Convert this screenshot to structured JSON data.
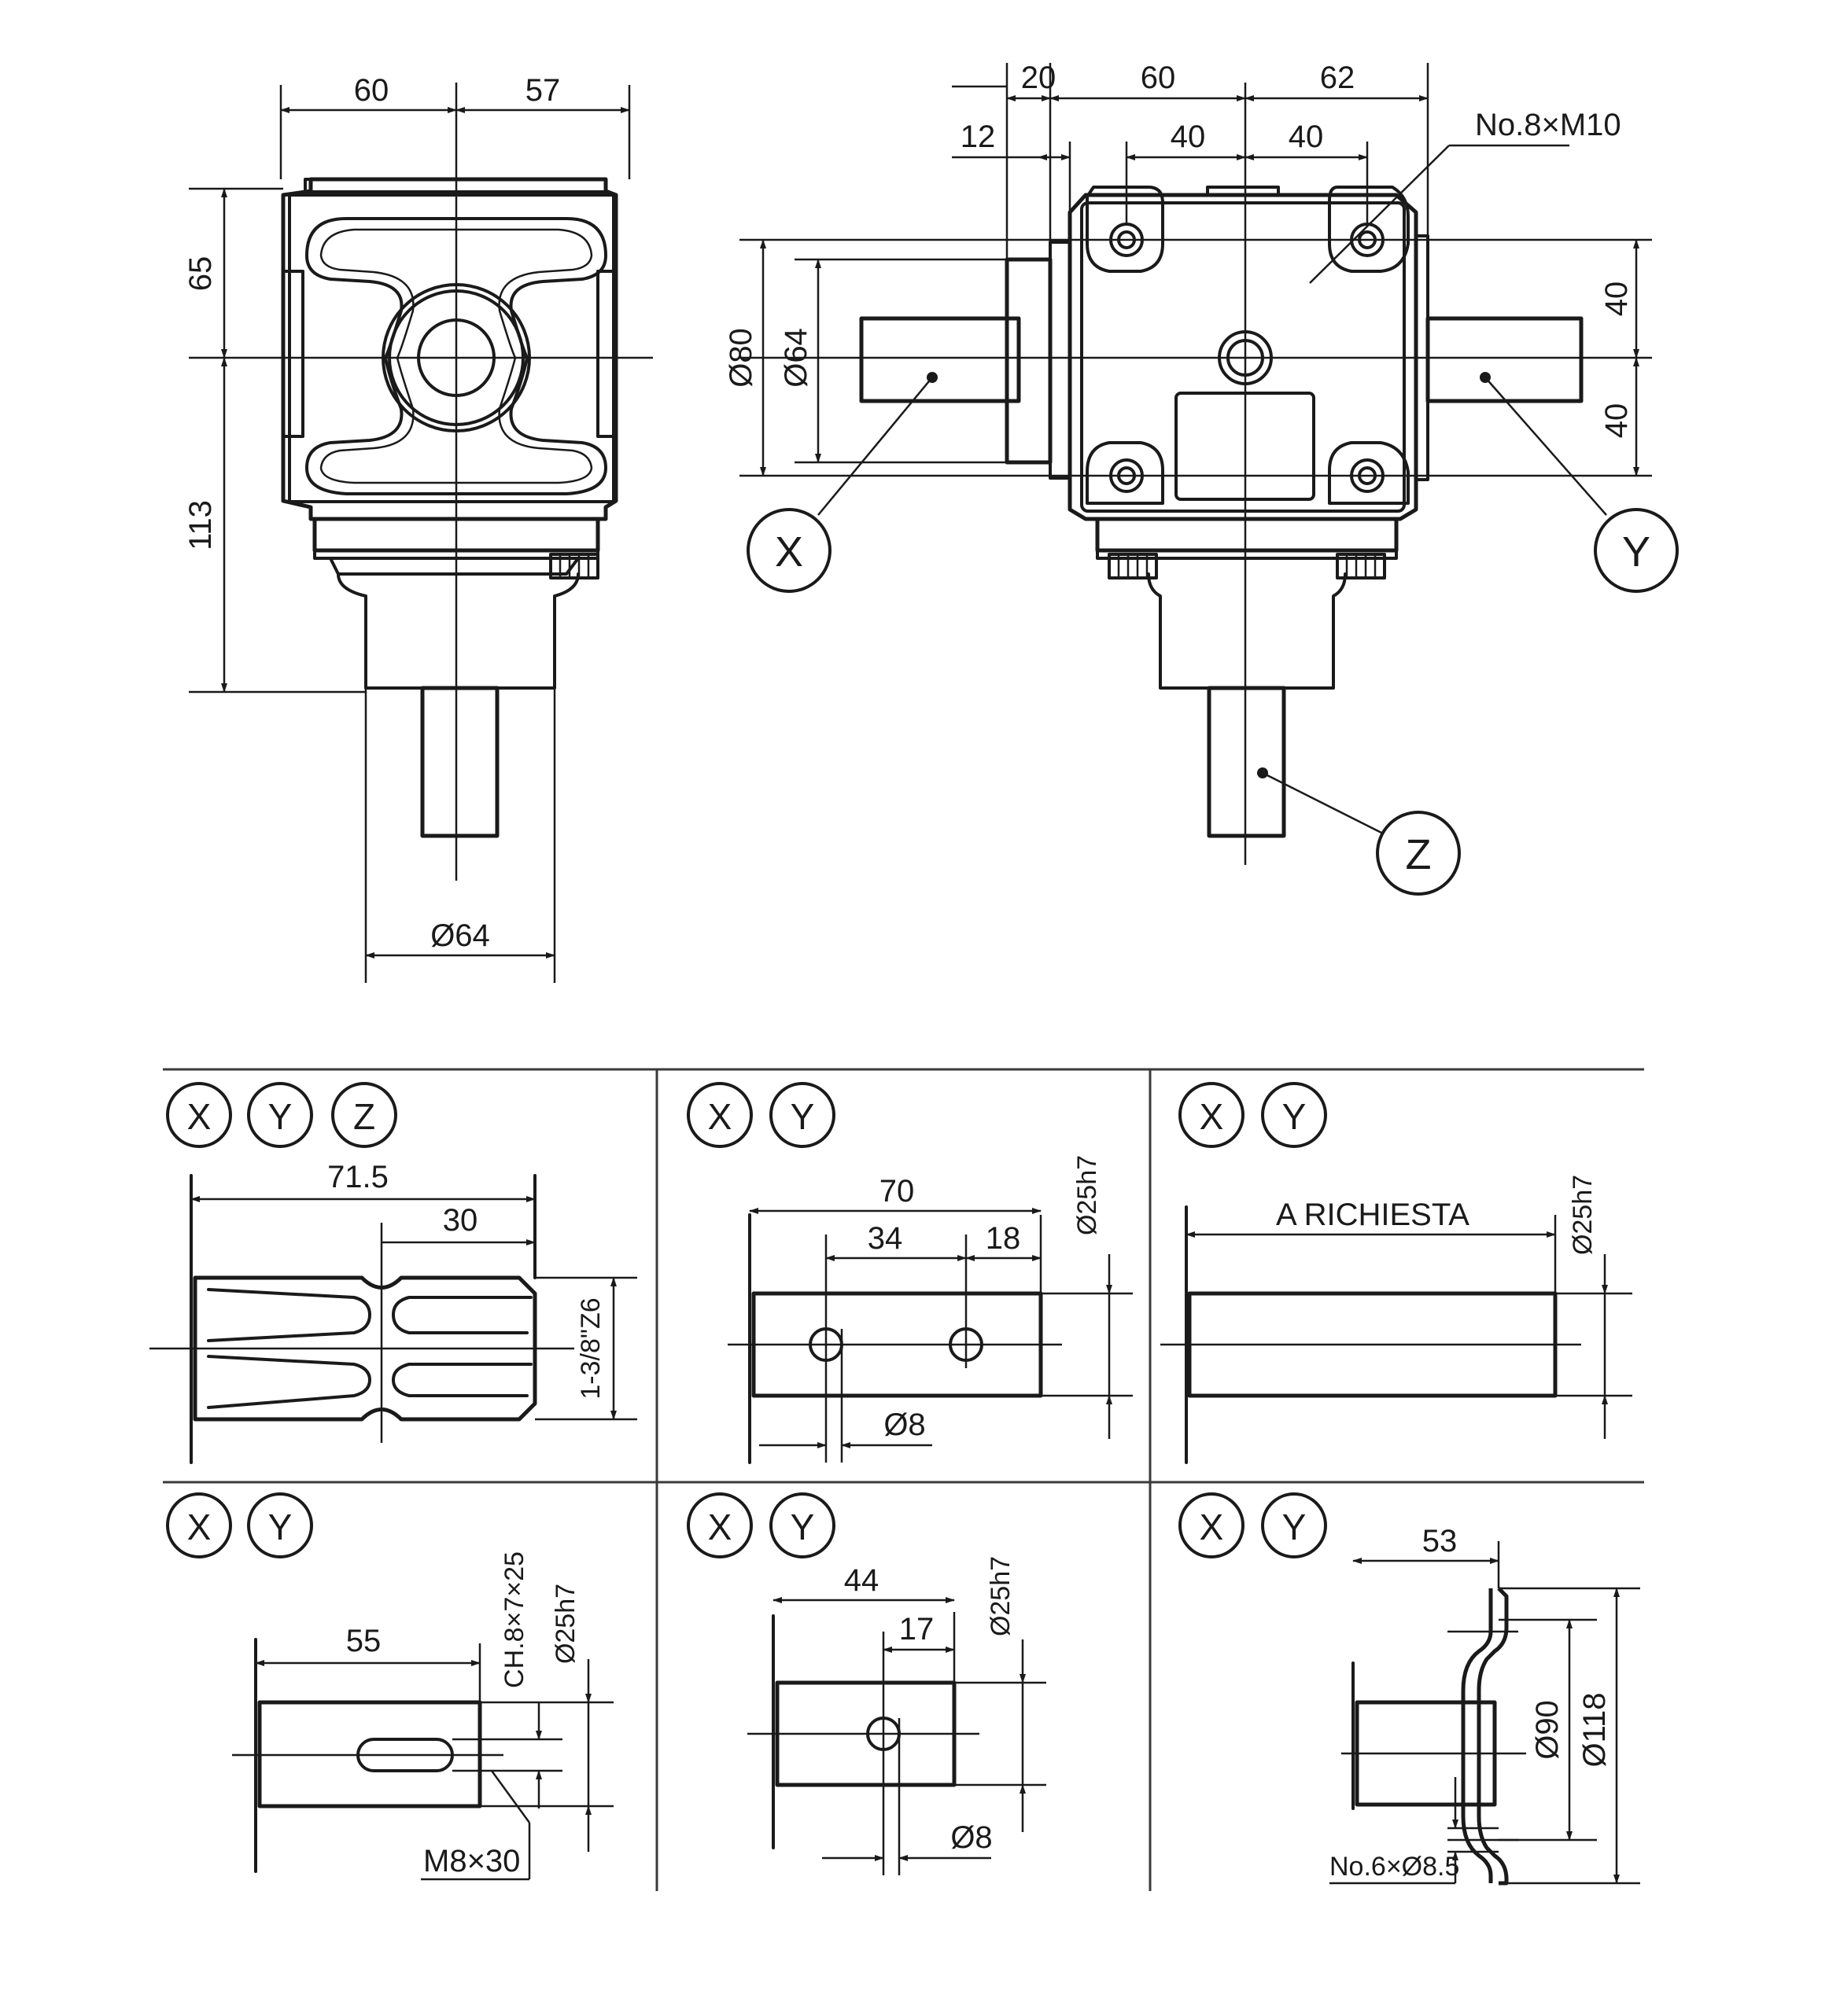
{
  "front_view": {
    "dim_top_left": "60",
    "dim_top_right": "57",
    "dim_upper": "65",
    "dim_lower": "113",
    "dim_shaft_dia": "Ø64"
  },
  "side_view": {
    "dim_20": "20",
    "dim_60": "60",
    "dim_62": "62",
    "dim_12": "12",
    "dim_40_left": "40",
    "dim_40_right": "40",
    "bolt_note": "No.8×M10",
    "dim_dia80": "Ø80",
    "dim_dia64": "Ø64",
    "dim_40_upper": "40",
    "dim_40_lower": "40",
    "label_x": "X",
    "label_y": "Y",
    "label_z": "Z"
  },
  "detail_splined": {
    "tags": [
      "X",
      "Y",
      "Z"
    ],
    "dim_len": "71.5",
    "dim_30": "30",
    "dim_spline": "1-3/8\"Z6"
  },
  "detail_two_holes": {
    "tags": [
      "X",
      "Y"
    ],
    "dim_len": "70",
    "dim_34": "34",
    "dim_18": "18",
    "dim_dia": "Ø25h7",
    "dim_hole": "Ø8"
  },
  "detail_on_request": {
    "tags": [
      "X",
      "Y"
    ],
    "length_note": "A RICHIESTA",
    "dim_dia": "Ø25h7"
  },
  "detail_keyed": {
    "tags": [
      "X",
      "Y"
    ],
    "dim_len": "55",
    "dim_key": "CH.8×7×25",
    "dim_dia": "Ø25h7",
    "dim_thread": "M8×30"
  },
  "detail_one_hole": {
    "tags": [
      "X",
      "Y"
    ],
    "dim_len": "44",
    "dim_17": "17",
    "dim_dia": "Ø25h7",
    "dim_hole": "Ø8"
  },
  "detail_flange": {
    "tags": [
      "X",
      "Y"
    ],
    "dim_len": "53",
    "dim_dia90": "Ø90",
    "dim_dia118": "Ø118",
    "bolt_note": "No.6×Ø8.5"
  }
}
